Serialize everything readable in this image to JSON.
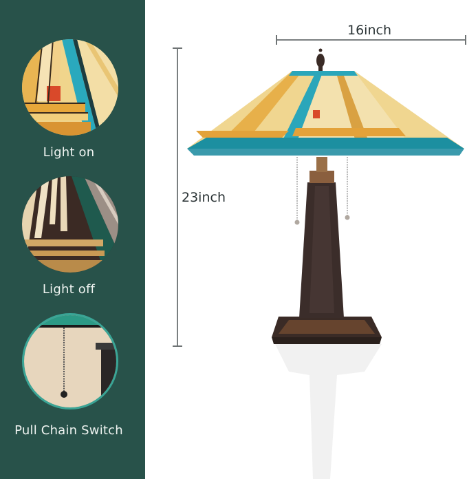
{
  "colors": {
    "panel_bg": "#28524a",
    "panel_text": "#eef3f0",
    "dimension_line": "#7a7f80",
    "dimension_text": "#2a3335",
    "glass_turquoise": "#27a6b8",
    "glass_amber": "#e6a63a",
    "glass_cream": "#f3deaa",
    "glass_red": "#d9492a",
    "base_bronze": "#3e2f2a"
  },
  "features": [
    {
      "label": "Light on",
      "image": "stained-glass-lit-closeup"
    },
    {
      "label": "Light off",
      "image": "stained-glass-unlit-closeup"
    },
    {
      "label": "Pull Chain Switch",
      "image": "pull-chain-closeup"
    }
  ],
  "dimensions": {
    "width_label": "16inch",
    "height_label": "23inch"
  },
  "product": {
    "image": "tiffany-style-mission-table-lamp",
    "pull_chains": 2
  }
}
